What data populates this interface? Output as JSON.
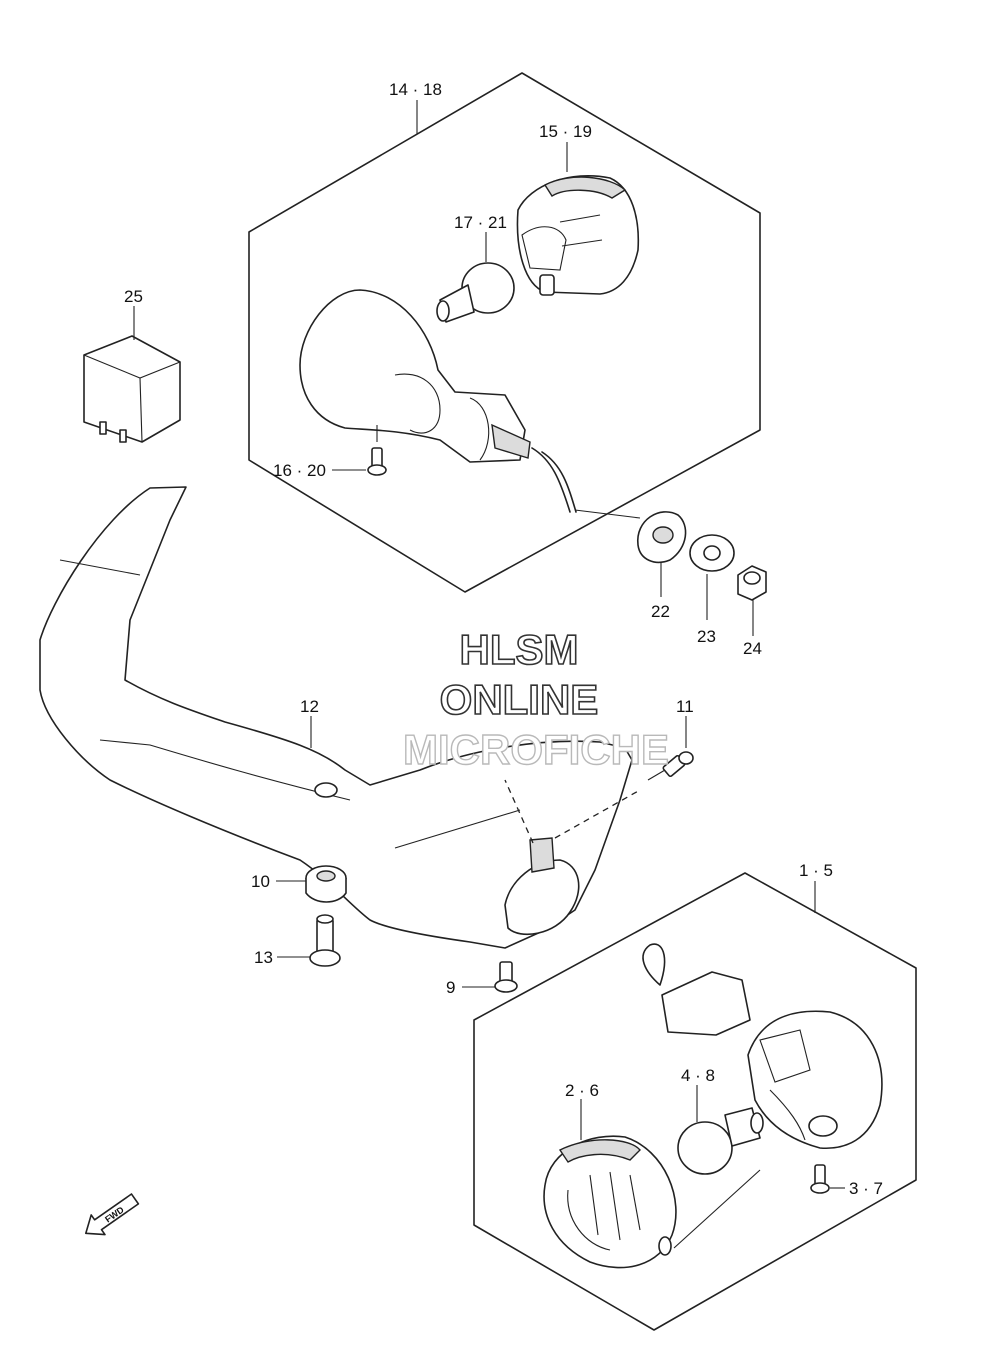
{
  "watermark": {
    "line1": "HLSM",
    "line2": "ONLINE",
    "line3": "MICROFICHE"
  },
  "direction_arrow": {
    "label": "FWD"
  },
  "callouts": [
    {
      "id": "14-18",
      "label": "14 · 18"
    },
    {
      "id": "15-19",
      "label": "15 · 19"
    },
    {
      "id": "17-21",
      "label": "17 · 21"
    },
    {
      "id": "25",
      "label": "25"
    },
    {
      "id": "16-20",
      "label": "16 · 20"
    },
    {
      "id": "22",
      "label": "22"
    },
    {
      "id": "23",
      "label": "23"
    },
    {
      "id": "24",
      "label": "24"
    },
    {
      "id": "12",
      "label": "12"
    },
    {
      "id": "11",
      "label": "11"
    },
    {
      "id": "10",
      "label": "10"
    },
    {
      "id": "13",
      "label": "13"
    },
    {
      "id": "9",
      "label": "9"
    },
    {
      "id": "1-5",
      "label": "1 · 5"
    },
    {
      "id": "4-8",
      "label": "4 · 8"
    },
    {
      "id": "2-6",
      "label": "2 · 6"
    },
    {
      "id": "3-7",
      "label": "3 · 7"
    }
  ]
}
